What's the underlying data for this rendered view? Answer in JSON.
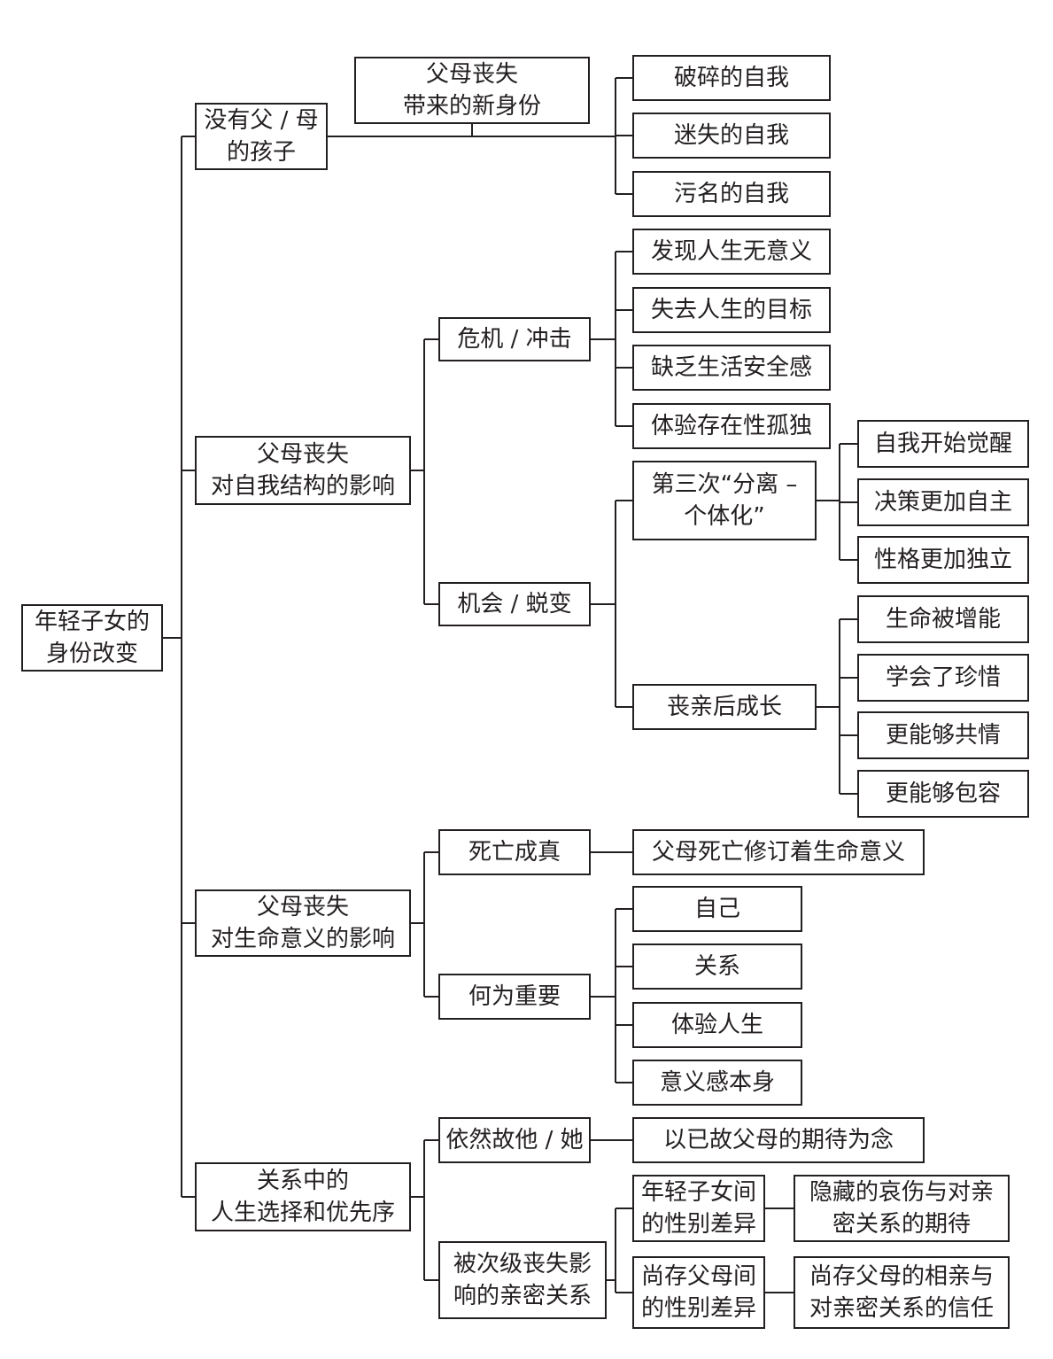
{
  "colors": {
    "line": "#231f20",
    "background": "#ffffff",
    "text": "#231f20"
  },
  "nodes": {
    "root": [
      "年轻子女的",
      "身份改变"
    ],
    "b1": [
      "没有父 / 母",
      "的孩子"
    ],
    "b1_label": [
      "父母丧失",
      "带来的新身份"
    ],
    "b1_a": [
      "破碎的自我"
    ],
    "b1_b": [
      "迷失的自我"
    ],
    "b1_c": [
      "污名的自我"
    ],
    "b2": [
      "父母丧失",
      "对自我结构的影响"
    ],
    "b2_crisis": [
      "危机 / 冲击"
    ],
    "b2_crisis_a": [
      "发现人生无意义"
    ],
    "b2_crisis_b": [
      "失去人生的目标"
    ],
    "b2_crisis_c": [
      "缺乏生活安全感"
    ],
    "b2_crisis_d": [
      "体验存在性孤独"
    ],
    "b2_opp": [
      "机会 / 蜕变"
    ],
    "b2_sep": [
      "第三次“分离 –",
      "个体化”"
    ],
    "b2_sep_a": [
      "自我开始觉醒"
    ],
    "b2_sep_b": [
      "决策更加自主"
    ],
    "b2_sep_c": [
      "性格更加独立"
    ],
    "b2_growth": [
      "丧亲后成长"
    ],
    "b2_growth_a": [
      "生命被增能"
    ],
    "b2_growth_b": [
      "学会了珍惜"
    ],
    "b2_growth_c": [
      "更能够共情"
    ],
    "b2_growth_d": [
      "更能够包容"
    ],
    "b3": [
      "父母丧失",
      "对生命意义的影响"
    ],
    "b3_death": [
      "死亡成真"
    ],
    "b3_death_a": [
      "父母死亡修订着生命意义"
    ],
    "b3_matter": [
      "何为重要"
    ],
    "b3_matter_a": [
      "自己"
    ],
    "b3_matter_b": [
      "关系"
    ],
    "b3_matter_c": [
      "体验人生"
    ],
    "b3_matter_d": [
      "意义感本身"
    ],
    "b4": [
      "关系中的",
      "人生选择和优先序"
    ],
    "b4_still": [
      "依然故他 / 她"
    ],
    "b4_still_a": [
      "以已故父母的期待为念"
    ],
    "b4_second": [
      "被次级丧失影",
      "响的亲密关系"
    ],
    "b4_youth": [
      "年轻子女间",
      "的性别差异"
    ],
    "b4_youth_a": [
      "隐藏的哀伤与对亲",
      "密关系的期待"
    ],
    "b4_parent": [
      "尚存父母间",
      "的性别差异"
    ],
    "b4_parent_a": [
      "尚存父母的相亲与",
      "对亲密关系的信任"
    ]
  }
}
